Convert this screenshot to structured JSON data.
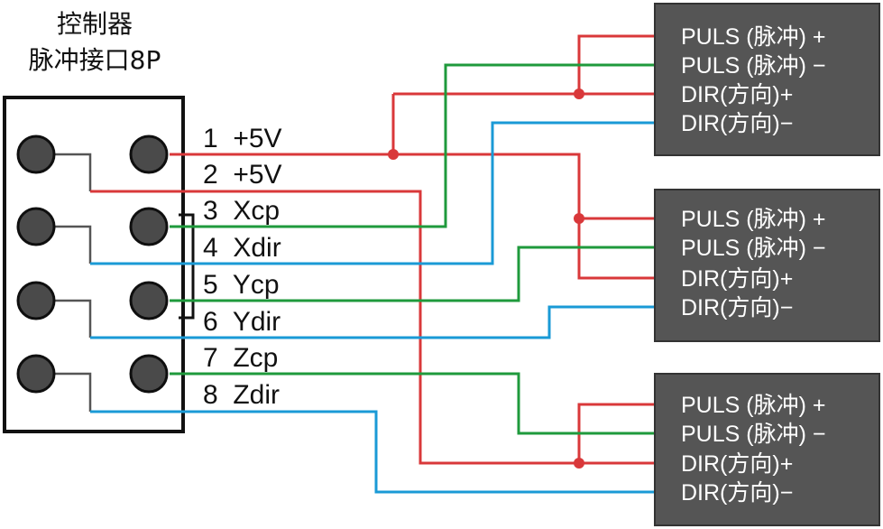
{
  "controller": {
    "title_line1": "控制器",
    "title_line2": "脉冲接口8P"
  },
  "pins": [
    {
      "label": "1  +5V"
    },
    {
      "label": "2  +5V"
    },
    {
      "label": "3  Xcp"
    },
    {
      "label": "4  Xdir"
    },
    {
      "label": "5  Ycp"
    },
    {
      "label": "6  Ydir"
    },
    {
      "label": "7  Zcp"
    },
    {
      "label": "8  Zdir"
    }
  ],
  "drivers": [
    {
      "terminals": [
        "PULS (脉冲) +",
        "PULS (脉冲) −",
        "DIR(方向)+",
        "DIR(方向)−"
      ]
    },
    {
      "terminals": [
        "PULS (脉冲) +",
        "PULS (脉冲) −",
        "DIR(方向)+",
        "DIR(方向)−"
      ]
    },
    {
      "terminals": [
        "PULS (脉冲) +",
        "PULS (脉冲) −",
        "DIR(方向)+",
        "DIR(方向)−"
      ]
    }
  ],
  "colors": {
    "power": "#d9383a",
    "pulse": "#1f9a3c",
    "direction": "#1a9ad6",
    "driver_box": "#555555"
  }
}
